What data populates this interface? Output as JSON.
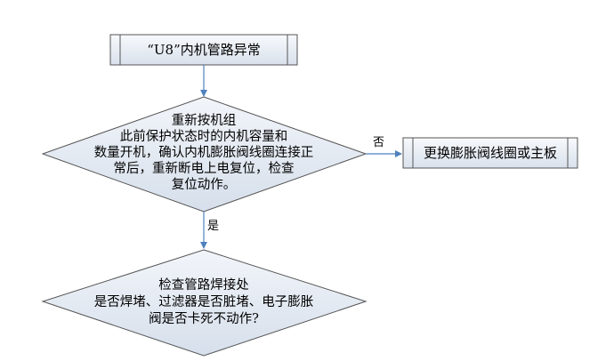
{
  "flowchart": {
    "start_process": {
      "label": "“U8”内机管路异常"
    },
    "decision_1": {
      "lines": [
        "重新按机组",
        "此前保护状态时的内机容量和",
        "数量开机，确认内机膨胀阀线圈连接正",
        "常后，重新断电上电复位，检查",
        "复位动作。"
      ]
    },
    "no_branch": {
      "label": "否"
    },
    "replace_process": {
      "label": "更换膨胀阀线圈或主板"
    },
    "yes_branch": {
      "label": "是"
    },
    "decision_2": {
      "lines": [
        "检查管路焊接处",
        "是否焊堵、过滤器是否脏堵、电子膨胀",
        "阀是否卡死不动作?"
      ]
    }
  }
}
